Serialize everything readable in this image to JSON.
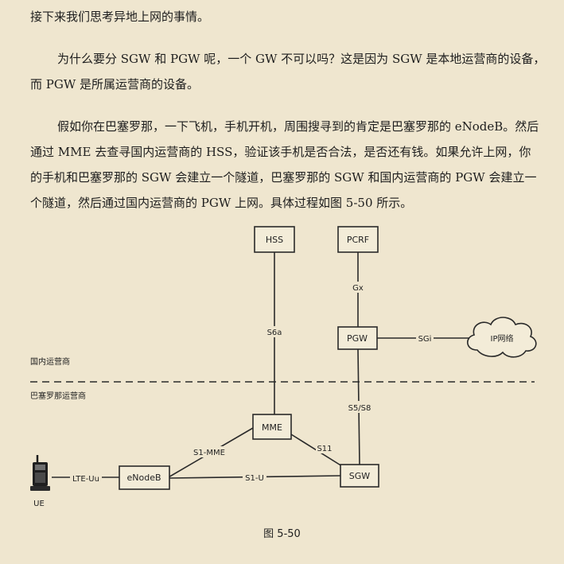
{
  "text": {
    "p1": "接下来我们思考异地上网的事情。",
    "p2_line1": "为什么要分 SGW 和 PGW 呢，一个 GW 不可以吗？这是因为 SGW 是本地运营商的设备，",
    "p2_line2": "而 PGW 是所属运营商的设备。",
    "p3_line1": "假如你在巴塞罗那，一下飞机，手机开机，周围搜寻到的肯定是巴塞罗那的 eNodeB。然后",
    "p3_line2": "通过 MME 去查寻国内运营商的 HSS，验证该手机是否合法，是否还有钱。如果允许上网，你",
    "p3_line3": "的手机和巴塞罗那的 SGW 会建立一个隧道，巴塞罗那的 SGW 和国内运营商的 PGW 会建立一",
    "p3_line4": "个隧道，然后通过国内运营商的 PGW 上网。具体过程如图 5-50 所示。"
  },
  "diagram": {
    "nodes": {
      "hss": "HSS",
      "pcrf": "PCRF",
      "pgw": "PGW",
      "mme": "MME",
      "sgw": "SGW",
      "enodeb": "eNodeB",
      "ip_network": "IP网络",
      "ue": "UE"
    },
    "links": {
      "gx": "Gx",
      "s6a": "S6a",
      "sgi": "SGi",
      "s5s8": "S5/S8",
      "s1mme": "S1-MME",
      "s11": "S11",
      "s1u": "S1-U",
      "lteuu": "LTE-Uu"
    },
    "regions": {
      "domestic": "国内运营商",
      "barcelona": "巴塞罗那运营商"
    }
  },
  "caption": "图 5-50"
}
